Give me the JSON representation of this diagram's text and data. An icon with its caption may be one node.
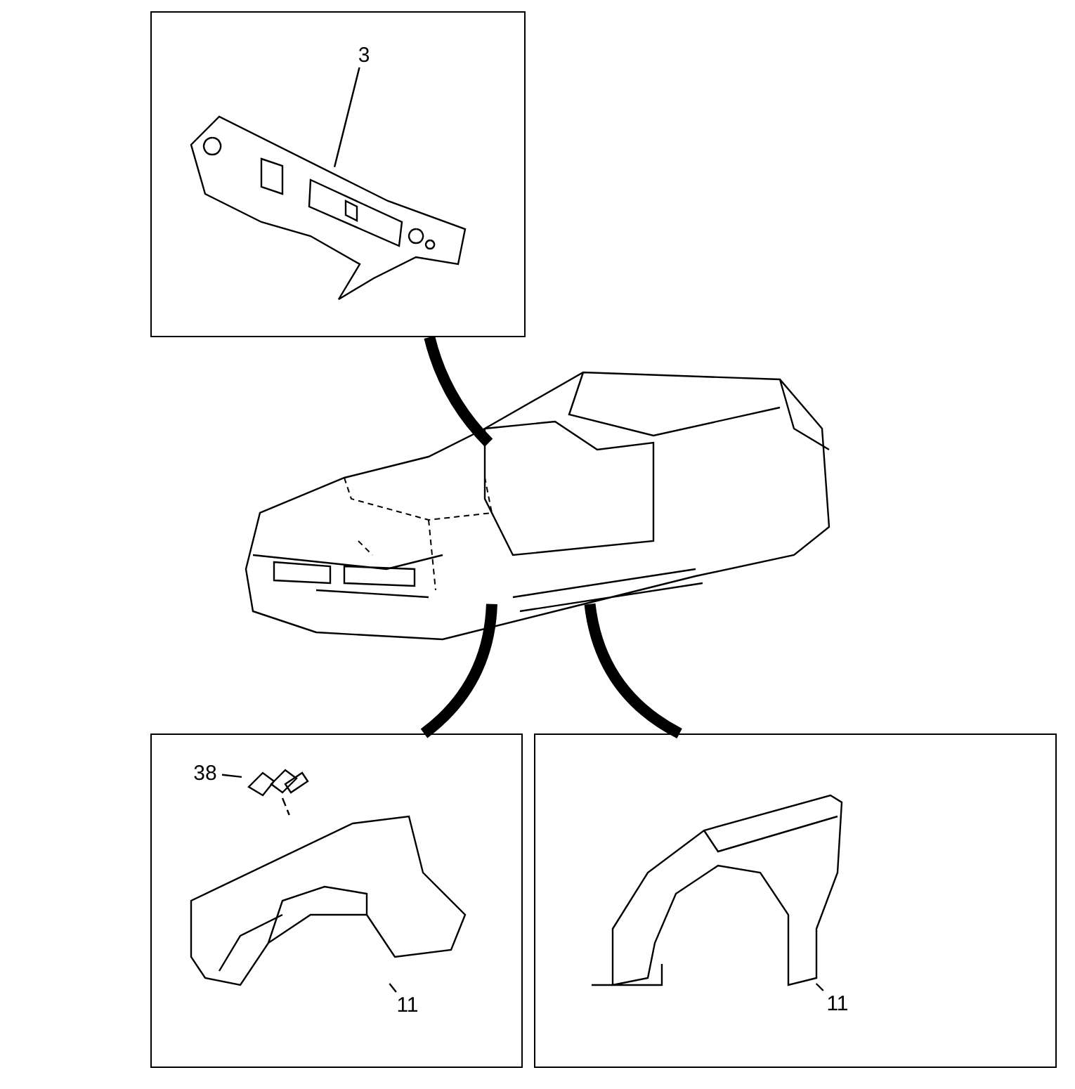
{
  "diagram": {
    "nodes": [
      {
        "text": [],
        "shape": "box"
      },
      {
        "text": [],
        "shape": "picture",
        "in": 0
      },
      {
        "text": [
          "3"
        ],
        "in": 0
      },
      {
        "text": [],
        "shape": "picture"
      },
      {
        "text": [],
        "shape": "box"
      },
      {
        "text": [],
        "shape": "picture",
        "in": 4
      },
      {
        "text": [
          "38"
        ],
        "in": 4
      },
      {
        "text": [],
        "shape": "picture",
        "in": 4
      },
      {
        "text": [
          "11"
        ],
        "in": 4
      },
      {
        "text": [],
        "shape": "box"
      },
      {
        "text": [],
        "shape": "picture",
        "in": 9
      },
      {
        "text": [
          "11"
        ],
        "in": 9
      }
    ],
    "edges": [
      {
        "from": 0,
        "to": 3,
        "arrow": "none",
        "style": "thick"
      },
      {
        "from": 4,
        "to": 3,
        "arrow": "none",
        "style": "thick"
      },
      {
        "from": 9,
        "to": 3,
        "arrow": "none",
        "style": "thick"
      },
      {
        "from": 2,
        "to": 1,
        "arrow": "none"
      },
      {
        "from": 6,
        "to": 5,
        "arrow": "none"
      },
      {
        "from": 5,
        "to": 7,
        "arrow": "none",
        "style": "dashed"
      },
      {
        "from": 8,
        "to": 7,
        "arrow": "none"
      },
      {
        "from": 11,
        "to": 10,
        "arrow": "none"
      }
    ]
  }
}
